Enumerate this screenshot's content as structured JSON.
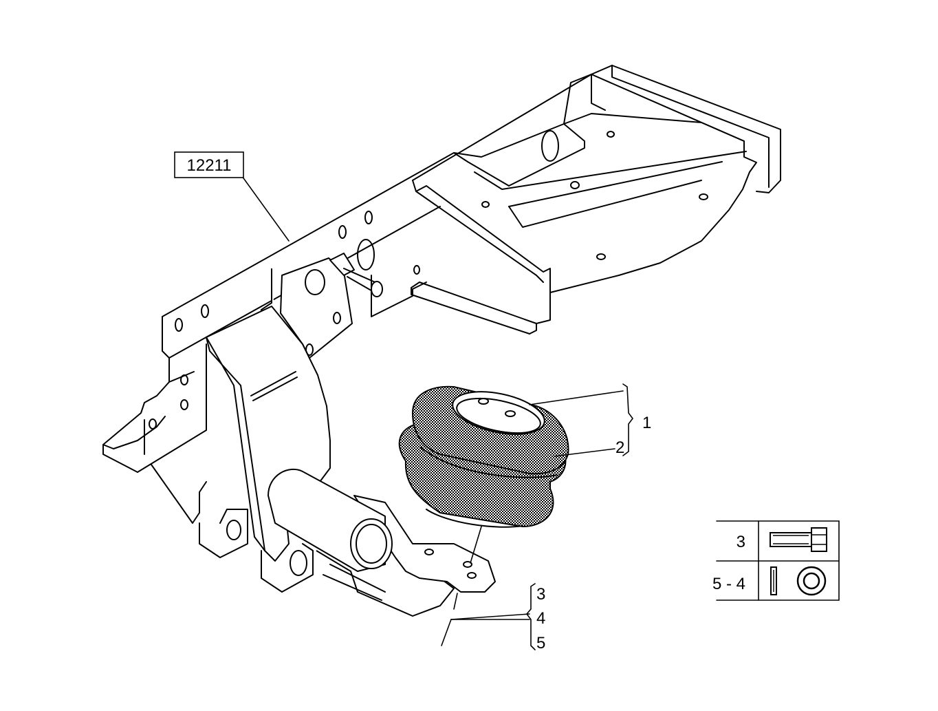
{
  "reference_box": {
    "label": "12211"
  },
  "callouts": {
    "air_spring_group": {
      "label": "1"
    },
    "air_spring_bellows": {
      "label": "2"
    },
    "fastener_3": {
      "label": "3"
    },
    "fastener_4": {
      "label": "4"
    },
    "fastener_5": {
      "label": "5"
    }
  },
  "legend_table": {
    "rows": [
      {
        "label": "3",
        "icon": "hex-bolt-icon"
      },
      {
        "label": "5 - 4",
        "icon": "washer-icon"
      }
    ]
  },
  "colors": {
    "line": "#000000",
    "background": "#ffffff",
    "rubber_fill": "#808080"
  }
}
